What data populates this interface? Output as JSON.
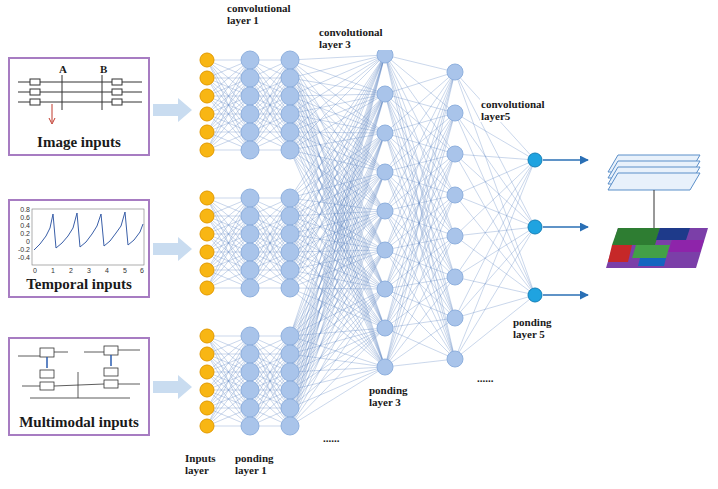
{
  "diagram": {
    "nodes": [
      {
        "text": [
          "Image inputs"
        ]
      },
      {
        "text": [
          "Temporal inputs"
        ]
      },
      {
        "text": [
          "Multimodal inputs"
        ]
      }
    ],
    "labels": [
      "convolutional layer 1",
      "convolutional layer 3",
      "convolutional layer5",
      "ponding layer 3",
      "......",
      "ponding layer 5",
      "......",
      "Inputs layer",
      "ponding layer 1",
      "A",
      "B",
      "0.8",
      "0.6",
      "0.4",
      "0.2",
      "0",
      "-0.2",
      "-0.4",
      "0",
      "1",
      "2",
      "3",
      "4",
      "5",
      "6"
    ]
  }
}
